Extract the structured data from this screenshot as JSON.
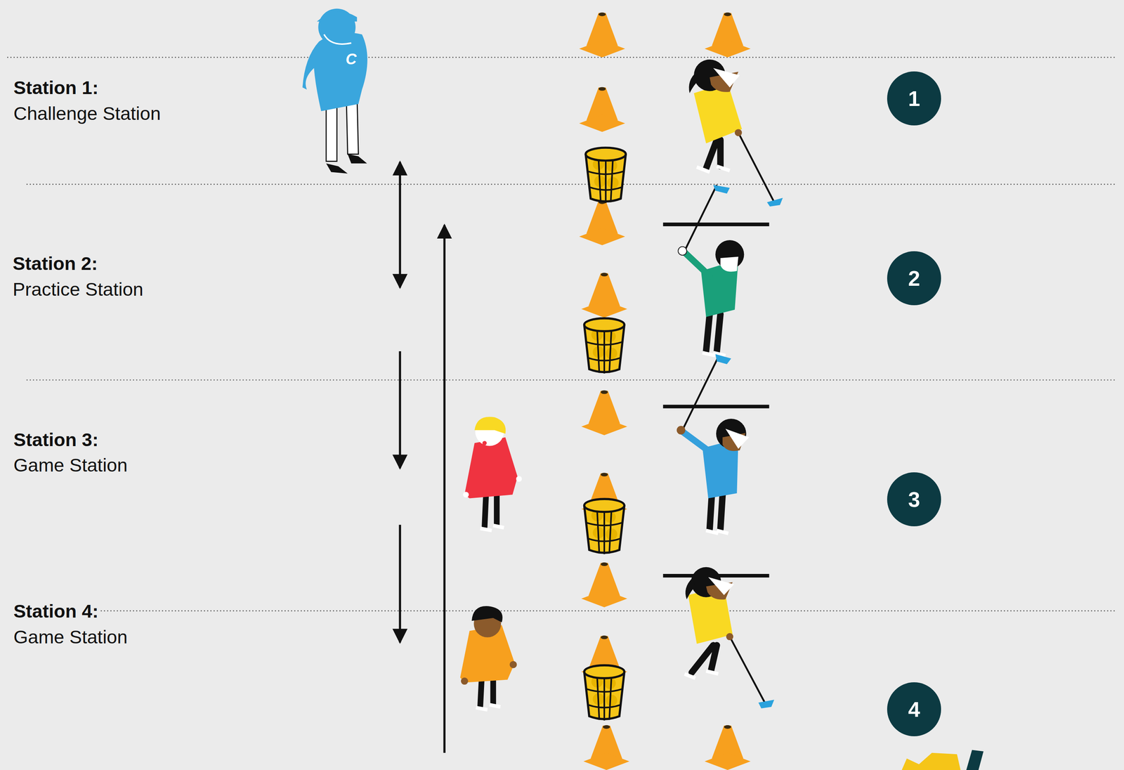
{
  "diagram": {
    "nodes": [
      {
        "text": [
          "1"
        ]
      },
      {
        "text": [
          "2"
        ]
      },
      {
        "text": [
          "3"
        ]
      },
      {
        "text": [
          "4"
        ]
      }
    ],
    "labels": [
      "Station 1:",
      "Challenge Station",
      "Station 2:",
      "Practice Station",
      "Station 3:",
      "Game Station",
      "Station 4:",
      "Game Station",
      "C"
    ]
  }
}
